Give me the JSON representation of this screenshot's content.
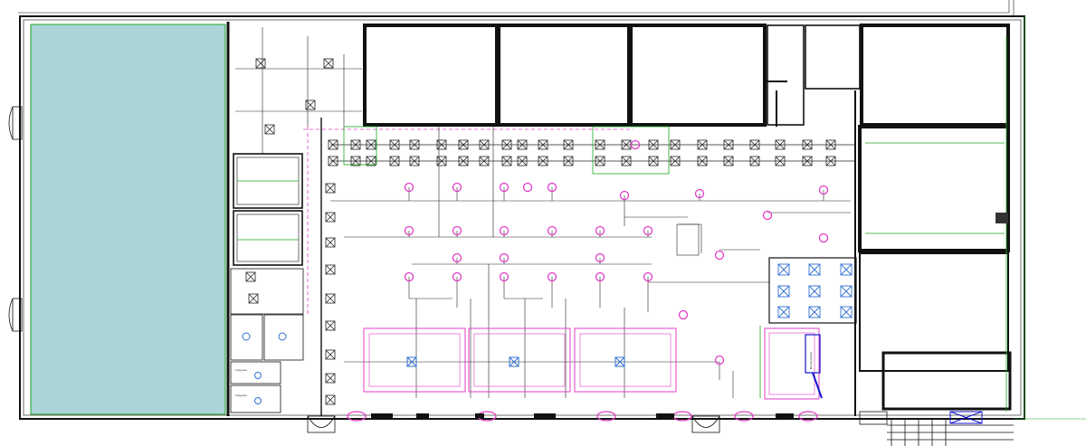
{
  "colors": {
    "wall": "#111111",
    "wall_fill": "#3a3a3a",
    "duct": "#000000",
    "diffuser": "#e23cc8",
    "green_line": "#1fa51f",
    "teal_fill": "#aad4d8",
    "blue_duct": "#1515cc",
    "grid_x_color": "#333333",
    "light_blue_symbol": "#2f6fd0"
  },
  "icons": [
    "pink-circle-diffuser-icon",
    "x-box-grille-icon",
    "blue-circle-fixture-icon",
    "door-swing-icon"
  ],
  "room_labels": {
    "wc_upper": "Санузел",
    "wc_lower": "Санузел"
  },
  "vertical_duct_label": "Воздуховод"
}
